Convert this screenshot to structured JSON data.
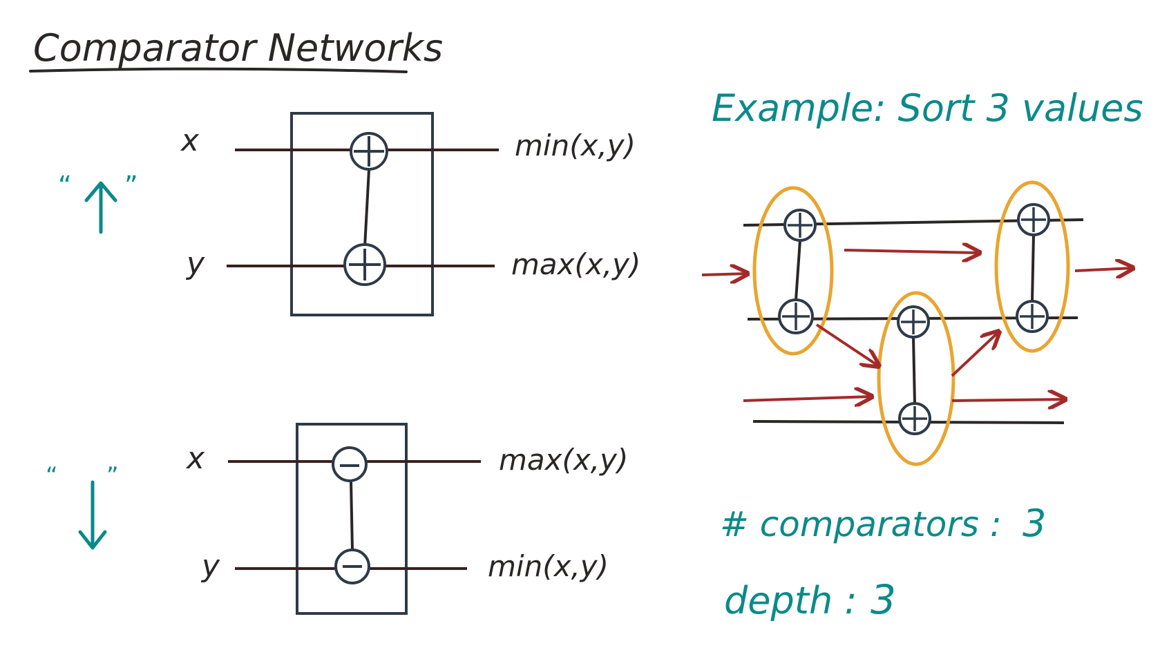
{
  "title": "Comparator Networks",
  "colors": {
    "ink": "#2b2626",
    "wire": "#3a2020",
    "teal": "#0b8a8a",
    "red": "#a32a2a",
    "orange": "#e9a530",
    "node": "#2f3a48"
  },
  "up_comparator": {
    "label_open": "“",
    "label_close": "”",
    "arrow_icon": "up-arrow-icon",
    "input_top": "x",
    "input_bottom": "y",
    "output_top": "min(x,y)",
    "output_bottom": "max(x,y)",
    "node_symbol": "plus-circle"
  },
  "down_comparator": {
    "label_open": "“",
    "label_close": "”",
    "arrow_icon": "down-arrow-icon",
    "input_top": "x",
    "input_bottom": "y",
    "output_top": "max(x,y)",
    "output_bottom": "min(x,y)",
    "node_symbol": "minus-circle"
  },
  "example": {
    "heading": "Example: Sort 3 values",
    "comparators_label": "# comparators :",
    "comparators_value": "3",
    "depth_label": "depth :",
    "depth_value": "3"
  }
}
